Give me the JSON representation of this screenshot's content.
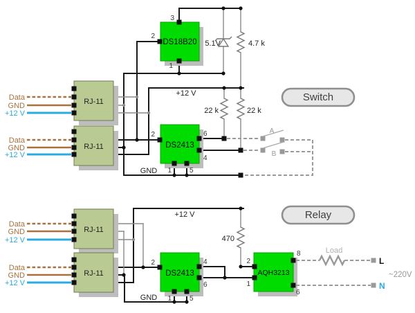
{
  "labels": {
    "badge_switch": "Switch",
    "badge_relay": "Relay",
    "rj11": "RJ-11",
    "ds18b20": "DS18B20",
    "ds2413": "DS2413",
    "aqh3213": "AQH3213",
    "data": "Data",
    "gnd": "GND",
    "v12": "+12 V",
    "r_47k": "4.7 k",
    "r_22k": "22 k",
    "r_470": "470",
    "zener_51": "5.1V",
    "contact_a": "A",
    "contact_b": "B",
    "load": "Load",
    "line_live": "L",
    "line_neutral": "N",
    "mains": "~220V"
  },
  "pins": {
    "p1": "1",
    "p2": "2",
    "p3": "3",
    "p4": "4",
    "p5": "5",
    "p6": "6",
    "p8": "8"
  },
  "colors": {
    "wire_black": "#1a1a1a",
    "wire_grey": "#8a8a8a",
    "dashed_grey": "#9a9a9a",
    "data_brown": "#a9713d",
    "v12_cyan": "#29abe2",
    "chip_green": "#00dc00",
    "connector_green": "#b9cb93",
    "shadow_grey": "#bdbdbd",
    "badge_fill": "#e7e7e7",
    "badge_border": "#8f8f8f"
  }
}
